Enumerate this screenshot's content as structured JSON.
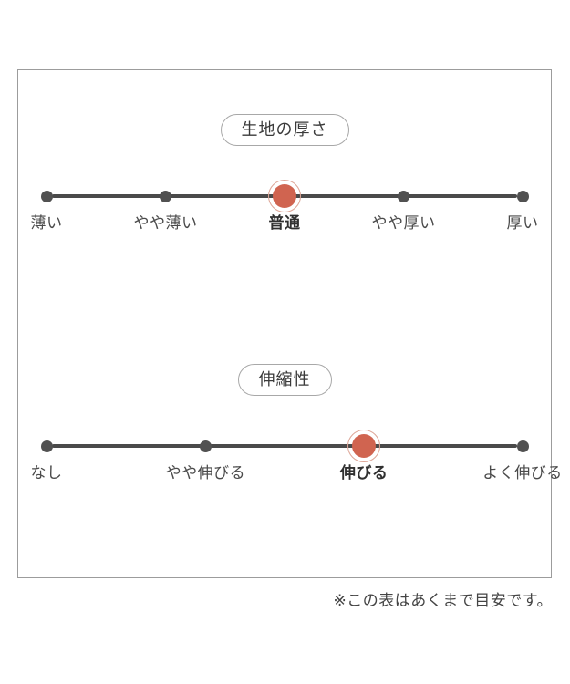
{
  "card": {
    "sections": [
      {
        "name": "thickness",
        "pill_label": "生地の厚さ",
        "selected_index": 2,
        "options": [
          {
            "label": "薄い",
            "position_pct": 0
          },
          {
            "label": "やや薄い",
            "position_pct": 25
          },
          {
            "label": "普通",
            "position_pct": 50
          },
          {
            "label": "やや厚い",
            "position_pct": 75
          },
          {
            "label": "厚い",
            "position_pct": 100
          }
        ]
      },
      {
        "name": "stretch",
        "pill_label": "伸縮性",
        "selected_index": 2,
        "options": [
          {
            "label": "なし",
            "position_pct": 0
          },
          {
            "label": "やや伸びる",
            "position_pct": 33.4
          },
          {
            "label": "伸びる",
            "position_pct": 66.7
          },
          {
            "label": "よく伸びる",
            "position_pct": 100
          }
        ]
      }
    ]
  },
  "footnote": "※この表はあくまで目安です。",
  "colors": {
    "accent": "#d06450",
    "accent_ring": "#dda596",
    "dot": "#515151",
    "track": "#4a4a4a",
    "border": "#9c9c9c",
    "pill_border": "#a8a8a8",
    "text": "#4a4a4a",
    "background": "#ffffff"
  }
}
